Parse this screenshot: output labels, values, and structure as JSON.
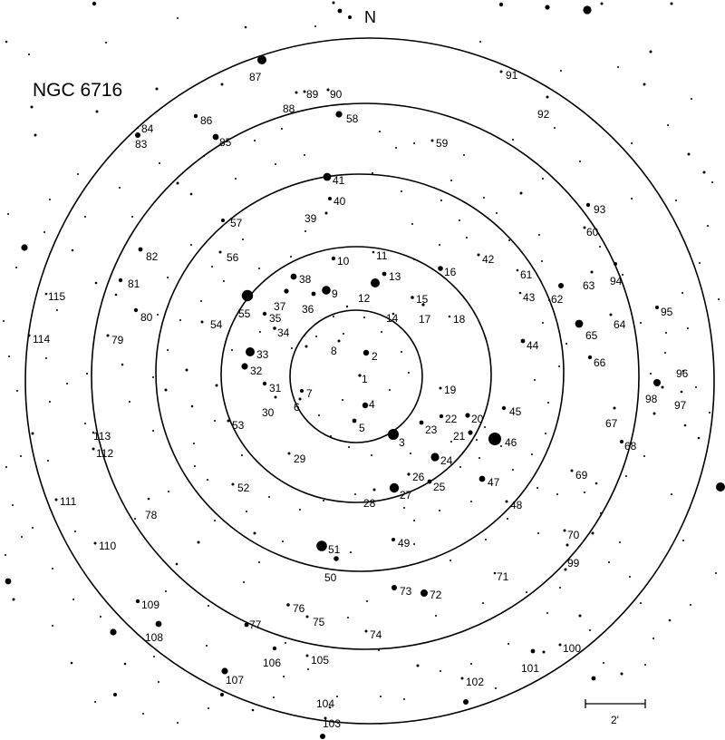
{
  "title": "NGC 6716",
  "north_label": "N",
  "scale_label": "2'",
  "stars": [
    {
      "id": "1"
    },
    {
      "id": "2"
    },
    {
      "id": "3"
    },
    {
      "id": "4"
    },
    {
      "id": "5"
    },
    {
      "id": "6"
    },
    {
      "id": "7"
    },
    {
      "id": "8"
    },
    {
      "id": "9"
    },
    {
      "id": "10"
    },
    {
      "id": "11"
    },
    {
      "id": "12"
    },
    {
      "id": "13"
    },
    {
      "id": "14"
    },
    {
      "id": "15"
    },
    {
      "id": "16"
    },
    {
      "id": "17"
    },
    {
      "id": "18"
    },
    {
      "id": "19"
    },
    {
      "id": "20"
    },
    {
      "id": "21"
    },
    {
      "id": "22"
    },
    {
      "id": "23"
    },
    {
      "id": "24"
    },
    {
      "id": "25"
    },
    {
      "id": "26"
    },
    {
      "id": "27"
    },
    {
      "id": "28"
    },
    {
      "id": "29"
    },
    {
      "id": "30"
    },
    {
      "id": "31"
    },
    {
      "id": "32"
    },
    {
      "id": "33"
    },
    {
      "id": "34"
    },
    {
      "id": "35"
    },
    {
      "id": "36"
    },
    {
      "id": "37"
    },
    {
      "id": "38"
    },
    {
      "id": "39"
    },
    {
      "id": "40"
    },
    {
      "id": "41"
    },
    {
      "id": "42"
    },
    {
      "id": "43"
    },
    {
      "id": "44"
    },
    {
      "id": "45"
    },
    {
      "id": "46"
    },
    {
      "id": "47"
    },
    {
      "id": "48"
    },
    {
      "id": "49"
    },
    {
      "id": "50"
    },
    {
      "id": "51"
    },
    {
      "id": "52"
    },
    {
      "id": "53"
    },
    {
      "id": "54"
    },
    {
      "id": "55"
    },
    {
      "id": "56"
    },
    {
      "id": "57"
    },
    {
      "id": "58"
    },
    {
      "id": "59"
    },
    {
      "id": "60"
    },
    {
      "id": "61"
    },
    {
      "id": "62"
    },
    {
      "id": "63"
    },
    {
      "id": "64"
    },
    {
      "id": "65"
    },
    {
      "id": "66"
    },
    {
      "id": "67"
    },
    {
      "id": "68"
    },
    {
      "id": "69"
    },
    {
      "id": "70"
    },
    {
      "id": "71"
    },
    {
      "id": "72"
    },
    {
      "id": "73"
    },
    {
      "id": "74"
    },
    {
      "id": "75"
    },
    {
      "id": "76"
    },
    {
      "id": "77"
    },
    {
      "id": "78"
    },
    {
      "id": "79"
    },
    {
      "id": "80"
    },
    {
      "id": "81"
    },
    {
      "id": "82"
    },
    {
      "id": "83"
    },
    {
      "id": "84"
    },
    {
      "id": "85"
    },
    {
      "id": "86"
    },
    {
      "id": "87"
    },
    {
      "id": "88"
    },
    {
      "id": "89"
    },
    {
      "id": "90"
    },
    {
      "id": "91"
    },
    {
      "id": "92"
    },
    {
      "id": "93"
    },
    {
      "id": "94"
    },
    {
      "id": "95"
    },
    {
      "id": "96"
    },
    {
      "id": "97"
    },
    {
      "id": "98"
    },
    {
      "id": "99"
    },
    {
      "id": "100"
    },
    {
      "id": "101"
    },
    {
      "id": "102"
    },
    {
      "id": "103"
    },
    {
      "id": "104"
    },
    {
      "id": "105"
    },
    {
      "id": "106"
    },
    {
      "id": "107"
    },
    {
      "id": "108"
    },
    {
      "id": "109"
    },
    {
      "id": "110"
    },
    {
      "id": "111"
    },
    {
      "id": "112"
    },
    {
      "id": "113"
    },
    {
      "id": "114"
    },
    {
      "id": "115"
    }
  ]
}
